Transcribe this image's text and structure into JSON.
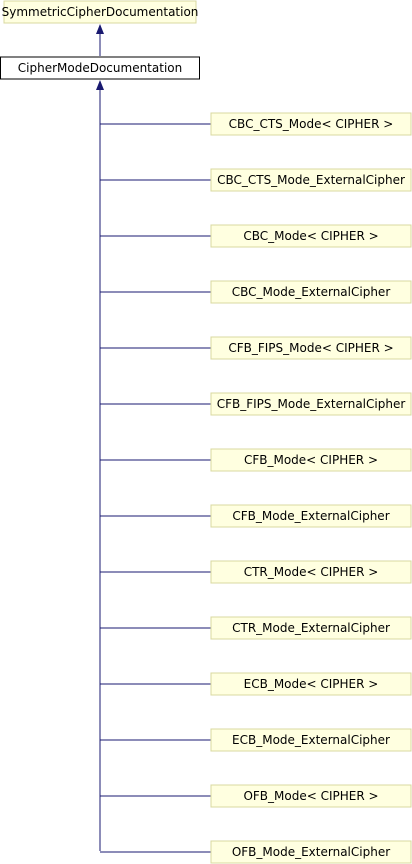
{
  "colors": {
    "node_fill": "#ffffe0",
    "node_border": "#d8d8a0",
    "current_node_fill": "#ffffff",
    "current_node_border": "#000000",
    "edge": "#191970",
    "text": "#000000"
  },
  "root": {
    "label": "SymmetricCipherDocumentation"
  },
  "current": {
    "label": "CipherModeDocumentation"
  },
  "children": [
    {
      "label": "CBC_CTS_Mode< CIPHER >"
    },
    {
      "label": "CBC_CTS_Mode_ExternalCipher"
    },
    {
      "label": "CBC_Mode< CIPHER >"
    },
    {
      "label": "CBC_Mode_ExternalCipher"
    },
    {
      "label": "CFB_FIPS_Mode< CIPHER >"
    },
    {
      "label": "CFB_FIPS_Mode_ExternalCipher"
    },
    {
      "label": "CFB_Mode< CIPHER >"
    },
    {
      "label": "CFB_Mode_ExternalCipher"
    },
    {
      "label": "CTR_Mode< CIPHER >"
    },
    {
      "label": "CTR_Mode_ExternalCipher"
    },
    {
      "label": "ECB_Mode< CIPHER >"
    },
    {
      "label": "ECB_Mode_ExternalCipher"
    },
    {
      "label": "OFB_Mode< CIPHER >"
    },
    {
      "label": "OFB_Mode_ExternalCipher"
    }
  ]
}
